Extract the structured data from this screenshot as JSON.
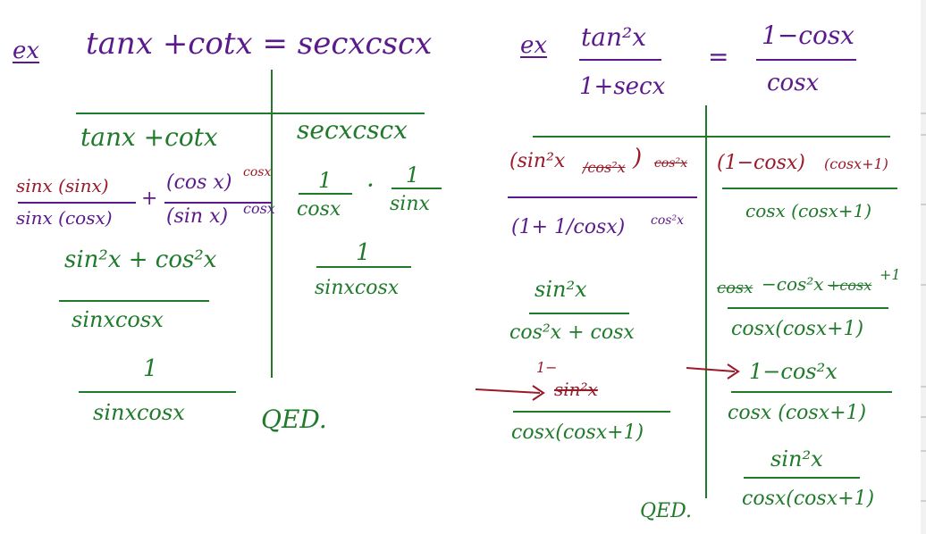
{
  "colors": {
    "purple": "#5b1a8c",
    "green": "#1f7a2a",
    "red": "#9a1a2a"
  },
  "left": {
    "ex_label": "ex",
    "identity": "tanx +cotx = secxcscx",
    "col_left_header": "tanx +cotx",
    "col_right_header": "secxcscx",
    "step1": {
      "f1_num": "sinx (sinx)",
      "f1_den": "sinx (cosx)",
      "plus": "+",
      "f2_num": "(cos x)",
      "f2_num_factor": "cosx",
      "f2_den": "(sin x)",
      "f2_den_factor": "cosx"
    },
    "right_step1": {
      "f1_num": "1",
      "f1_den": "cosx",
      "dot": "·",
      "f2_num": "1",
      "f2_den": "sinx"
    },
    "step2": {
      "num": "sin²x + cos²x",
      "den": "sinxcosx"
    },
    "right_step2": {
      "num": "1",
      "den": "sinxcosx"
    },
    "step3": {
      "num": "1",
      "den": "sinxcosx"
    },
    "qed": "QED."
  },
  "right": {
    "ex_label": "ex",
    "lhs_num": "tan²x",
    "lhs_den": "1+secx",
    "equals": "=",
    "rhs_num": "1−cosx",
    "rhs_den": "cosx",
    "l_step1": {
      "num_open": "(sin²x",
      "num_cancel": "/cos²x",
      "num_close": ")",
      "num_factor": "cos²x",
      "den": "(1+ 1/cosx)",
      "den_factor": "cos²x"
    },
    "r_step1": {
      "num": "(1−cosx)",
      "num_factor": "(cosx+1)",
      "den": "cosx (cosx+1)"
    },
    "l_step2": {
      "num": "sin²x",
      "den": "cos²x + cosx"
    },
    "r_step2": {
      "num_cancel1": "cosx",
      "num_mid": "−cos²x",
      "num_cancel2": "+cosx",
      "num_tail": "+1",
      "den": "cosx(cosx+1)"
    },
    "l_step3": {
      "note": "1−",
      "num": "sin²x",
      "den": "cosx(cosx+1)"
    },
    "r_step3": {
      "num": "1−cos²x",
      "den": "cosx (cosx+1)"
    },
    "r_step4": {
      "num": "sin²x",
      "den": "cosx(cosx+1)"
    },
    "qed": "QED."
  }
}
